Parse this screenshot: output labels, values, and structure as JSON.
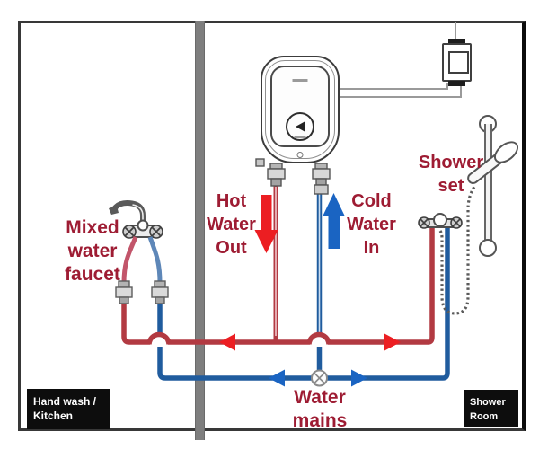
{
  "colors": {
    "label_red": "#9e1c33",
    "arrow_hot": "#ec1e22",
    "arrow_cold": "#1a64c2",
    "pipe_hot": "#b23a42",
    "pipe_cold": "#205c9e",
    "wall_gray": "#7e7e7e",
    "zone_bg": "#0d0d0d",
    "zone_text": "#ffffff"
  },
  "labels": {
    "mixed_water_faucet": {
      "lines": [
        "Mixed",
        "water",
        "faucet"
      ]
    },
    "hot_water_out": {
      "lines": [
        "Hot",
        "Water",
        "Out"
      ]
    },
    "cold_water_in": {
      "lines": [
        "Cold",
        "Water",
        "In"
      ]
    },
    "shower_set": {
      "lines": [
        "Shower",
        "set"
      ]
    },
    "water_mains": {
      "lines": [
        "Water",
        "mains"
      ]
    }
  },
  "zones": {
    "hand_wash_kitchen": {
      "lines": [
        "Hand wash /",
        "Kitchen"
      ]
    },
    "shower_room": {
      "lines": [
        "Shower",
        "Room"
      ]
    }
  },
  "icons": {
    "water_heater": "instant-water-heater",
    "power_switch": "isolator-switch",
    "shower_set": "slider-rail-hand-shower",
    "mixed_faucet": "two-handle-mixer-tap",
    "mains_valve": "valve-circle-x",
    "flow_arrows": "red-hot-down, blue-cold-up"
  }
}
